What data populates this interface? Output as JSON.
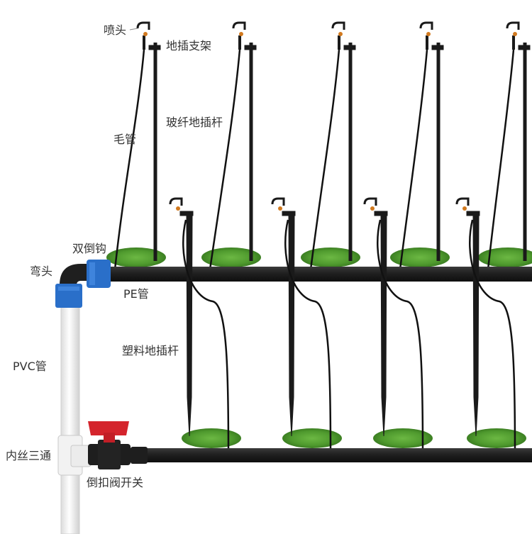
{
  "labels": {
    "nozzle": "喷头",
    "ground_bracket": "地插支架",
    "fiberglass_stake": "玻纤地插杆",
    "capillary_tube": "毛管",
    "double_barb": "双倒钩",
    "elbow": "弯头",
    "pe_pipe": "PE管",
    "plastic_stake": "塑料地插杆",
    "pvc_pipe": "PVC管",
    "female_tee": "内丝三通",
    "barb_valve": "倒扣阀开关"
  },
  "colors": {
    "pipe": "#1e1e1e",
    "grass": "#4f9a2e",
    "pvc": "#f4f4f4",
    "connector_blue": "#2a6fc9",
    "valve_red": "#d4242c",
    "text": "#333333"
  }
}
